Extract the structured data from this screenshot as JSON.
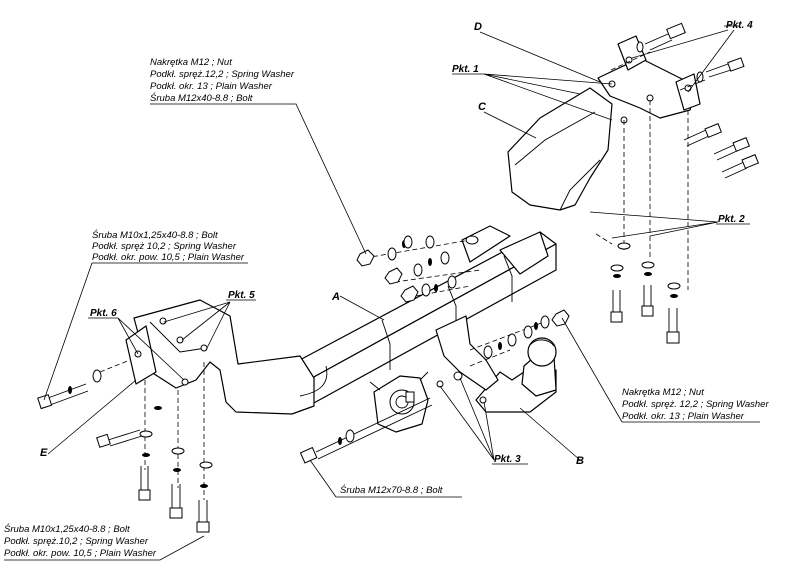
{
  "labels": {
    "d": "D",
    "c": "C",
    "a": "A",
    "b": "B",
    "e": "E",
    "pkt1": "Pkt. 1",
    "pkt2": "Pkt. 2",
    "pkt3": "Pkt. 3",
    "pkt4": "Pkt. 4",
    "pkt5": "Pkt. 5",
    "pkt6": "Pkt. 6"
  },
  "notes": {
    "top_center": [
      "Nakrętka  M12 ; Nut",
      "Podkł. spręż.12,2 ; Spring Washer",
      "Podkł. okr. 13 ; Plain Washer",
      "Śruba M12x40-8.8 ;  Bolt"
    ],
    "left_mid": [
      "Śruba M10x1,25x40-8.8 ;  Bolt",
      "Podkł. spręż 10,2 ; Spring Washer",
      "Podkł. okr. pow. 10,5 ; Plain Washer"
    ],
    "right_mid": [
      "Nakrętka  M12 ; Nut",
      "Podkł. spręż. 12,2 ; Spring Washer",
      "Podkł. okr. 13 ; Plain Washer"
    ],
    "bottom_center": "Śruba M12x70-8.8 ;  Bolt",
    "bottom_left": [
      "Śruba M10x1,25x40-8.8 ;  Bolt",
      "Podkł. spręż.10,2 ; Spring Washer",
      "Podkł. okr. pow. 10,5 ; Plain Washer"
    ]
  }
}
